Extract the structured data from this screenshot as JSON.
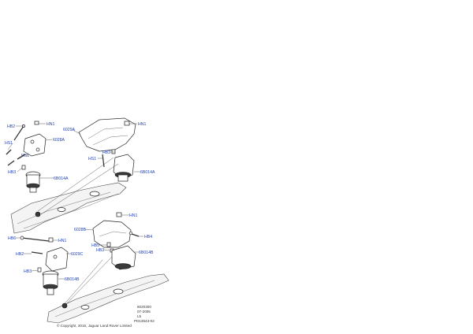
{
  "labels": {
    "hb2_top": "HB2",
    "hn1_top": "HN1",
    "hs1_left": "HS1",
    "n6028a": "6028A",
    "hs1_mid": "HS1",
    "hb3_left": "HB3",
    "n6b014a_left": "6B014A",
    "n6029a": "6029A",
    "hn1_right": "HN1",
    "hb3_right": "HB3",
    "hs1_right": "HS1",
    "n6b014a_right": "6B014A",
    "hn1_lower": "HN1",
    "n6028b": "6028B",
    "hb4": "HB4",
    "hb5": "HB5",
    "hb3_lower": "HB3",
    "n6b014b_right": "6B014B",
    "hb6": "HB6",
    "hn1_lower_left": "HN1",
    "hb2_lower": "HB2",
    "n6029c": "6029C",
    "hb3_lower_left": "HB3",
    "n6b014b_left": "6B014B"
  },
  "meta": {
    "code": "6020300",
    "date": "07-2005",
    "rev": "L5",
    "ref": "PD13643-02",
    "copyright": "© Copyright, 2016, Jaguar Land Rover Limited"
  },
  "colors": {
    "label": "#1f3fb0",
    "line": "#222222"
  }
}
